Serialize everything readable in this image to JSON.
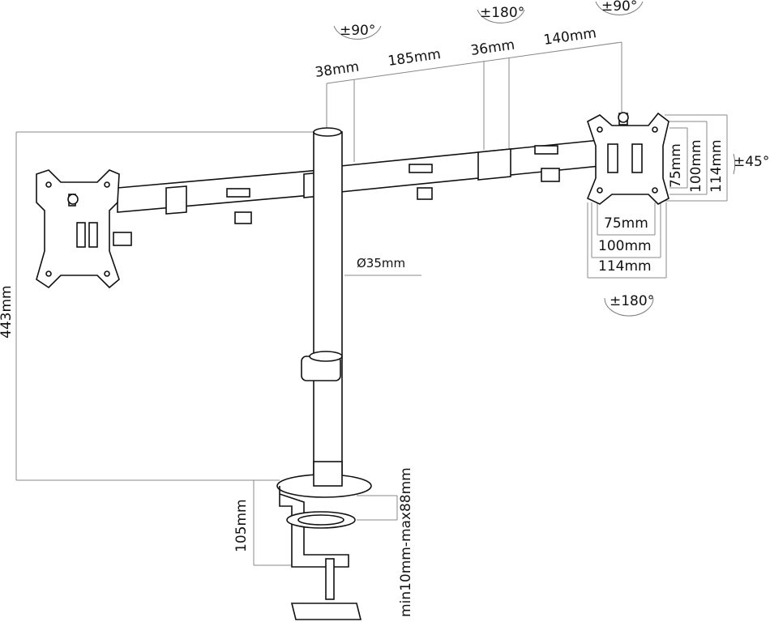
{
  "title": "Dual monitor desk mount dimensions",
  "dimensions": {
    "arm_segment_1": "38mm",
    "arm_segment_2": "185mm",
    "arm_segment_3": "36mm",
    "arm_segment_4": "140mm",
    "height": "443mm",
    "pole_diameter": "Ø35mm",
    "vesa_v_75": "75mm",
    "vesa_v_100": "100mm",
    "vesa_v_114": "114mm",
    "vesa_h_75": "75mm",
    "vesa_h_100": "100mm",
    "vesa_h_114": "114mm",
    "clamp_height": "105mm",
    "clamp_range": "min10mm-max88mm"
  },
  "rotations": {
    "arm_swivel": "±90°",
    "elbow_swivel": "±180°",
    "head_swivel": "±90°",
    "tilt": "±45°",
    "rotate": "±180°"
  },
  "colors": {
    "line": "#111111",
    "dim": "#777777"
  }
}
